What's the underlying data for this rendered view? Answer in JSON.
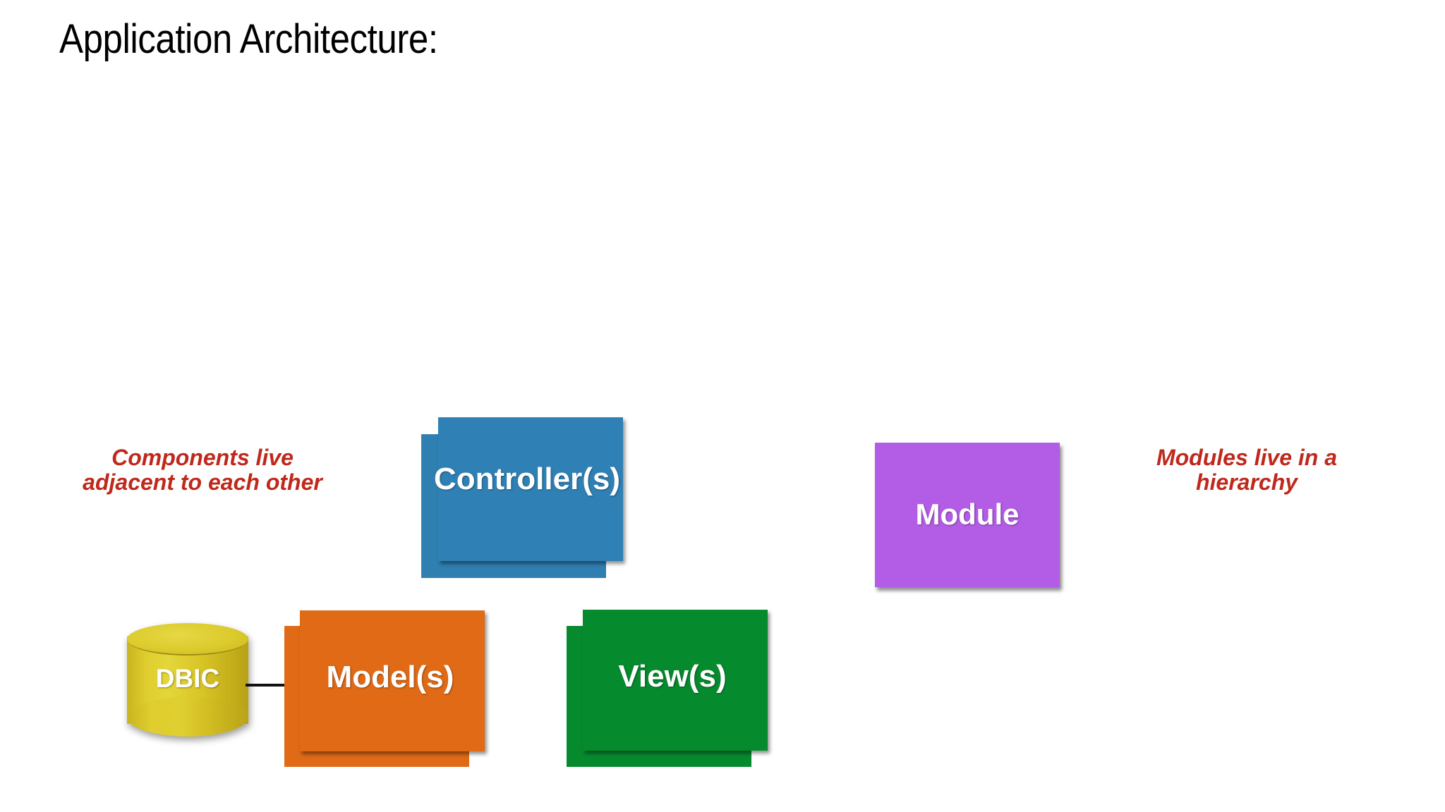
{
  "slide": {
    "title": "Application Architecture:",
    "background_color": "#ffffff"
  },
  "annotations": {
    "left": {
      "text": "Components live\nadjacent to each other",
      "color": "#C0281C"
    },
    "right": {
      "text": "Modules live in a\nhierarchy",
      "color": "#C0281C"
    }
  },
  "nodes": {
    "controller": {
      "label": "Controller(s)",
      "color": "#2F80B4",
      "shape": "stacked-rectangle"
    },
    "model": {
      "label": "Model(s)",
      "color": "#E06A16",
      "shape": "stacked-rectangle"
    },
    "view": {
      "label": "View(s)",
      "color": "#068A2E",
      "shape": "stacked-rectangle"
    },
    "module": {
      "label": "Module",
      "color": "#B35CE6",
      "shape": "rectangle"
    },
    "dbic": {
      "label": "DBIC",
      "color": "#DCCB2C",
      "shape": "cylinder"
    }
  },
  "connectors": [
    {
      "name": "dbic-model-connector",
      "from": "dbic",
      "to": "model",
      "color": "#111111"
    }
  ]
}
